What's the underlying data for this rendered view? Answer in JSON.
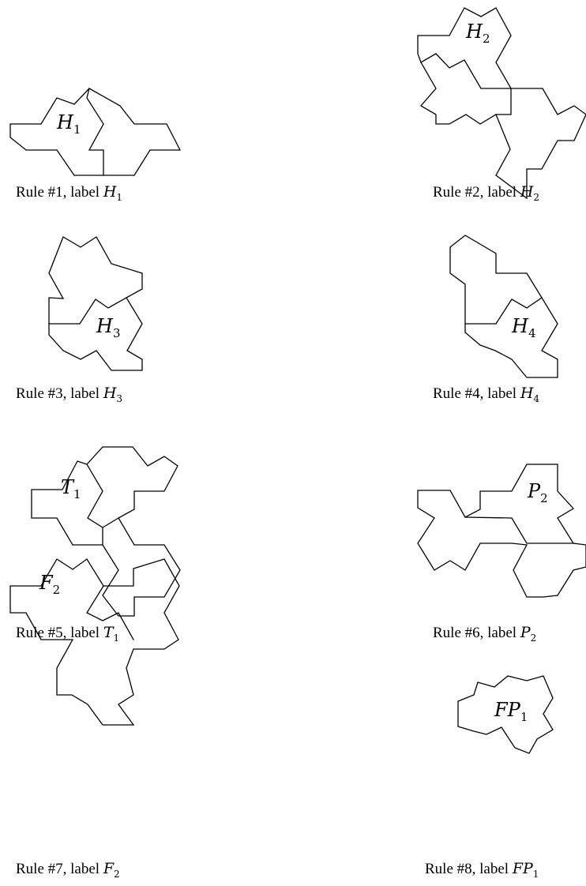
{
  "figures": [
    {
      "caption": "Rule #1, label",
      "label": "H",
      "sub": "1"
    },
    {
      "caption": "Rule #2, label",
      "label": "H",
      "sub": "2"
    },
    {
      "caption": "Rule #3, label",
      "label": "H",
      "sub": "3"
    },
    {
      "caption": "Rule #4, label",
      "label": "H",
      "sub": "4"
    },
    {
      "caption": "Rule #5, label",
      "label": "T",
      "sub": "1"
    },
    {
      "caption": "Rule #6, label",
      "label": "P",
      "sub": "2"
    },
    {
      "caption": "Rule #7, label",
      "label": "F",
      "sub": "2"
    },
    {
      "caption": "Rule #8, label",
      "label": "FP",
      "sub": "1"
    }
  ]
}
